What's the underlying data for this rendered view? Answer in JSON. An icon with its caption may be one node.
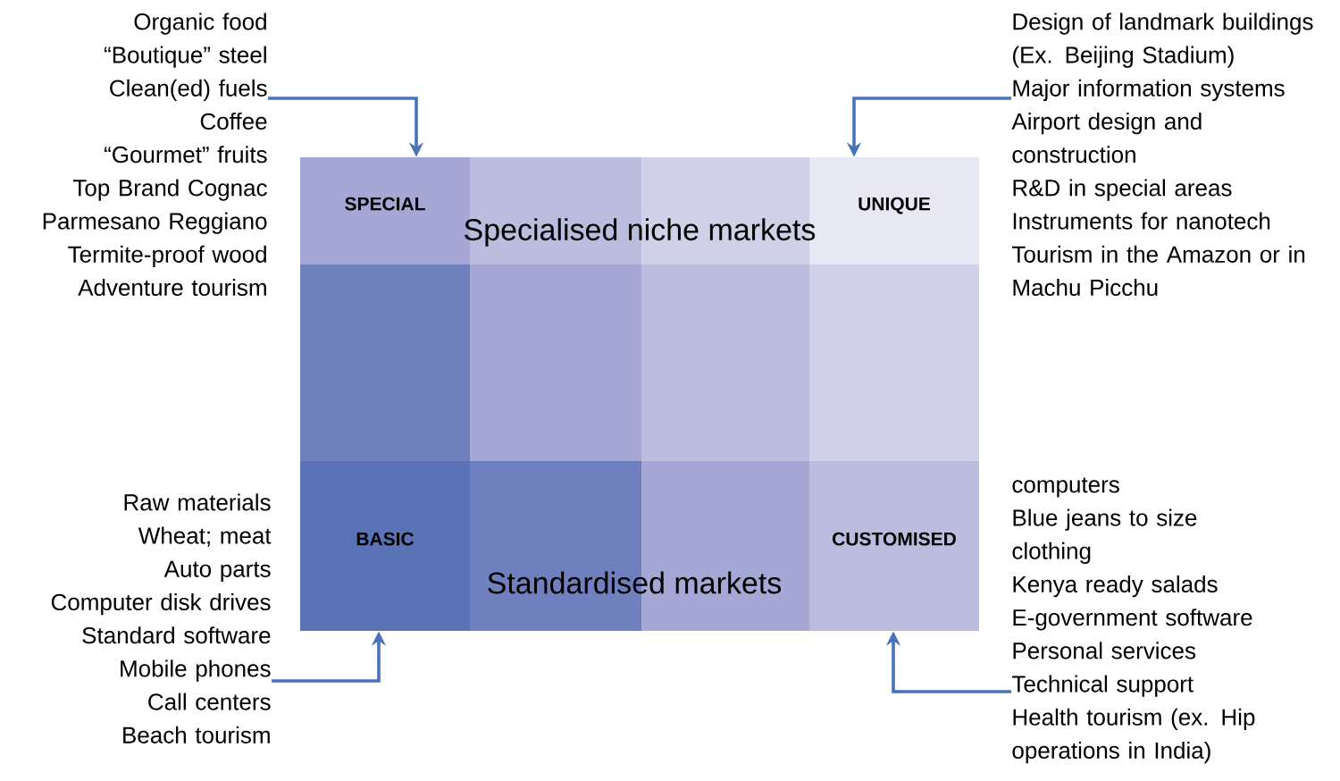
{
  "diagram": {
    "nodes": [
      {
        "text": [
          "Organic food",
          "“Boutique” steel",
          "Clean(ed) fuels",
          "Coffee",
          "“Gourmet” fruits",
          "Top Brand Cognac",
          "Parmesano Reggiano",
          "Termite-proof wood",
          "Adventure tourism"
        ]
      },
      {
        "text": [
          "Design of landmark buildings (Ex. Beijing Stadium)",
          "Major information systems",
          "Airport design and construction",
          "R&D in special areas",
          "Instruments for nanotech",
          "Tourism in the Amazon or in Machu Picchu"
        ]
      },
      {
        "text": [
          "SPECIAL"
        ]
      },
      {
        "text": [],
        "shape": "box"
      },
      {
        "text": [],
        "shape": "box"
      },
      {
        "text": [
          "UNIQUE"
        ]
      },
      {
        "text": [],
        "shape": "box"
      },
      {
        "text": [],
        "shape": "box"
      },
      {
        "text": [],
        "shape": "box"
      },
      {
        "text": [],
        "shape": "box"
      },
      {
        "text": [
          "BASIC"
        ]
      },
      {
        "text": [],
        "shape": "box"
      },
      {
        "text": [],
        "shape": "box"
      },
      {
        "text": [
          "CUSTOMISED"
        ]
      },
      {
        "text": [
          "Raw materials",
          "Wheat; meat",
          "Auto parts",
          "Computer disk drives",
          "Standard software",
          "Mobile phones",
          "Call centers",
          "Beach tourism"
        ]
      },
      {
        "text": [
          "computers",
          "Blue jeans to size",
          "clothing",
          "Kenya ready salads",
          "E-government software",
          "Personal services",
          "Technical support",
          "Health tourism (ex. Hip operations in India)"
        ]
      }
    ],
    "edges": [
      {
        "from": 0,
        "to": 2,
        "arrow": "to"
      },
      {
        "from": 1,
        "to": 5,
        "arrow": "to"
      },
      {
        "from": 14,
        "to": 10,
        "arrow": "to"
      },
      {
        "from": 15,
        "to": 13,
        "arrow": "to"
      }
    ],
    "labels": [
      "Specialised niche markets",
      "Standardised markets"
    ]
  }
}
